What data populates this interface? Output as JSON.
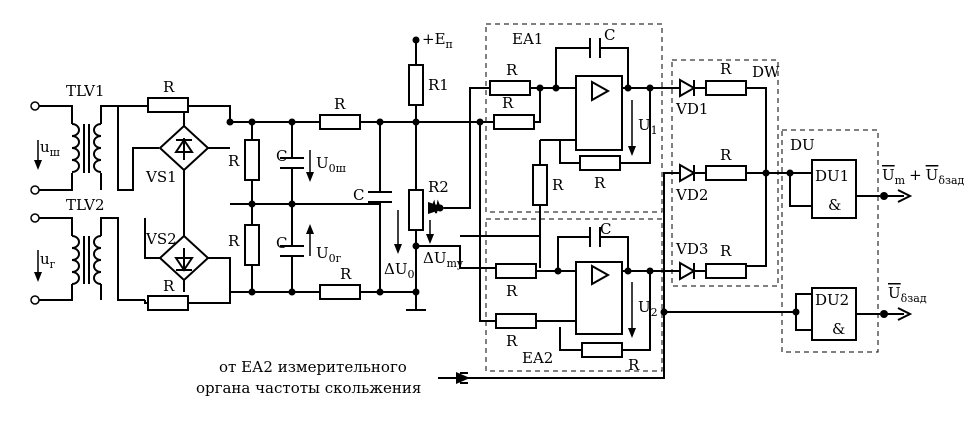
{
  "labels": {
    "tlv1": "TLV1",
    "tlv2": "TLV2",
    "u_sh": "u",
    "u_sh_sub": "ш",
    "u_g": "u",
    "u_g_sub": "г",
    "vs1": "VS1",
    "vs2": "VS2",
    "r": "R",
    "c": "C",
    "u0sh": "U",
    "u0sh_sub": "0ш",
    "u0g": "U",
    "u0g_sub": "0г",
    "du0": "ΔU",
    "du0_sub": "0",
    "dumy": "ΔU",
    "dumy_sub": "my",
    "ep": "+E",
    "ep_sub": "п",
    "r1": "R1",
    "r2": "R2",
    "ea1": "EA1",
    "ea2": "EA2",
    "u1": "U",
    "u1_sub": "1",
    "u2": "U",
    "u2_sub": "2",
    "vd1": "VD1",
    "vd2": "VD2",
    "vd3": "VD3",
    "dw": "DW",
    "du": "DU",
    "du1": "DU1",
    "du2": "DU2",
    "and": "&",
    "out1_a": "U",
    "out1_a_sub": "m",
    "out1_plus": "+",
    "out1_b": "U",
    "out1_b_sub": "δзад",
    "out2": "U",
    "out2_sub": "δзад",
    "note_line1": "от ЕА2 измерительного",
    "note_line2": "органа частоты скольжения"
  }
}
